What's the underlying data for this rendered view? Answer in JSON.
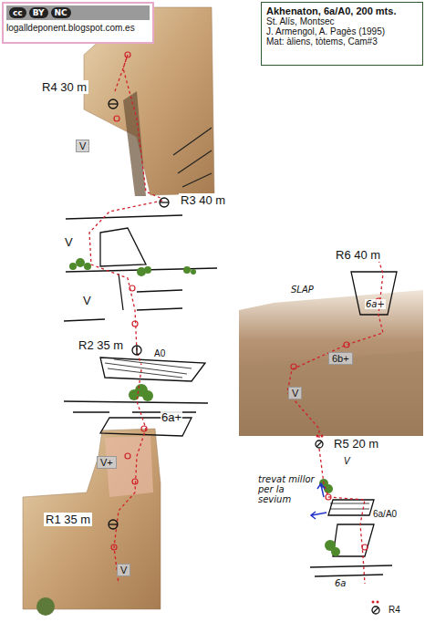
{
  "diagram": {
    "nodes": [
      {
        "text": [
          "cc",
          "BY",
          "NC",
          "logalldeponent.blogspot.com.es"
        ]
      },
      {
        "text": [
          "Akhenaton, 6a/A0, 200 mts.",
          "St. Alís, Montsec",
          "J. Armengol, A. Pagès (1995)",
          "Mat: àliens, tòtems, Cam#3"
        ]
      }
    ],
    "labels": [
      "R4 30 m",
      "V",
      "R3 40 m",
      "V",
      "V",
      "R2 35 m",
      "A0",
      "6a+",
      "V+",
      "R1 35 m",
      "V",
      "R6 40 m",
      "SLAP",
      "6a+",
      "6b+",
      "V",
      "R5 20 m",
      "V",
      "trevat millor per la sevium",
      "6a/A0",
      "6a",
      "R4"
    ]
  }
}
